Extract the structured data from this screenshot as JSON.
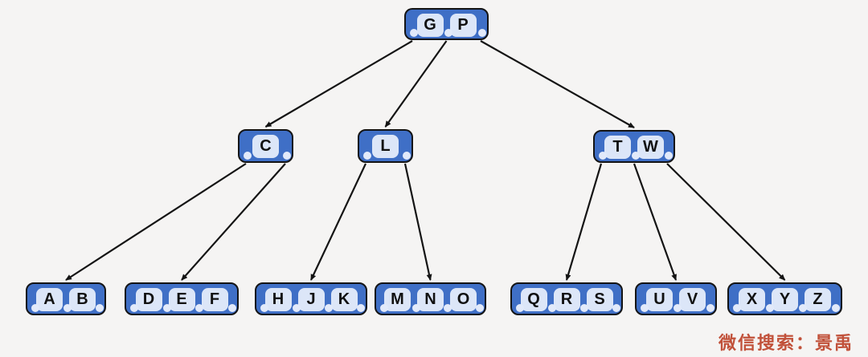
{
  "diagram": {
    "type": "b-tree",
    "description": "B-tree of alphabet letters with three levels and child-pointer dots"
  },
  "tree": {
    "nodes": [
      {
        "id": "GP",
        "keys": [
          "G",
          "P"
        ]
      },
      {
        "id": "C",
        "keys": [
          "C"
        ]
      },
      {
        "id": "L",
        "keys": [
          "L"
        ]
      },
      {
        "id": "TW",
        "keys": [
          "T",
          "W"
        ]
      },
      {
        "id": "AB",
        "keys": [
          "A",
          "B"
        ]
      },
      {
        "id": "DEF",
        "keys": [
          "D",
          "E",
          "F"
        ]
      },
      {
        "id": "HJK",
        "keys": [
          "H",
          "J",
          "K"
        ]
      },
      {
        "id": "MNO",
        "keys": [
          "M",
          "N",
          "O"
        ]
      },
      {
        "id": "QRS",
        "keys": [
          "Q",
          "R",
          "S"
        ]
      },
      {
        "id": "UV",
        "keys": [
          "U",
          "V"
        ]
      },
      {
        "id": "XYZ",
        "keys": [
          "X",
          "Y",
          "Z"
        ]
      }
    ],
    "edges": [
      {
        "from": "GP",
        "slot": 0,
        "to": "C"
      },
      {
        "from": "GP",
        "slot": 1,
        "to": "L"
      },
      {
        "from": "GP",
        "slot": 2,
        "to": "TW"
      },
      {
        "from": "C",
        "slot": 0,
        "to": "AB"
      },
      {
        "from": "C",
        "slot": 1,
        "to": "DEF"
      },
      {
        "from": "L",
        "slot": 0,
        "to": "HJK"
      },
      {
        "from": "L",
        "slot": 1,
        "to": "MNO"
      },
      {
        "from": "TW",
        "slot": 0,
        "to": "QRS"
      },
      {
        "from": "TW",
        "slot": 1,
        "to": "UV"
      },
      {
        "from": "TW",
        "slot": 2,
        "to": "XYZ"
      }
    ]
  },
  "watermark": {
    "text": "微信搜索：景禹"
  },
  "colors": {
    "background": "#f5f4f3",
    "node_fill": "#3f6fc6",
    "node_border": "#141414",
    "key_fill": "#dce6f8",
    "dot_fill": "#e2eafa",
    "arrow": "#141414",
    "watermark": "#c1513a"
  }
}
